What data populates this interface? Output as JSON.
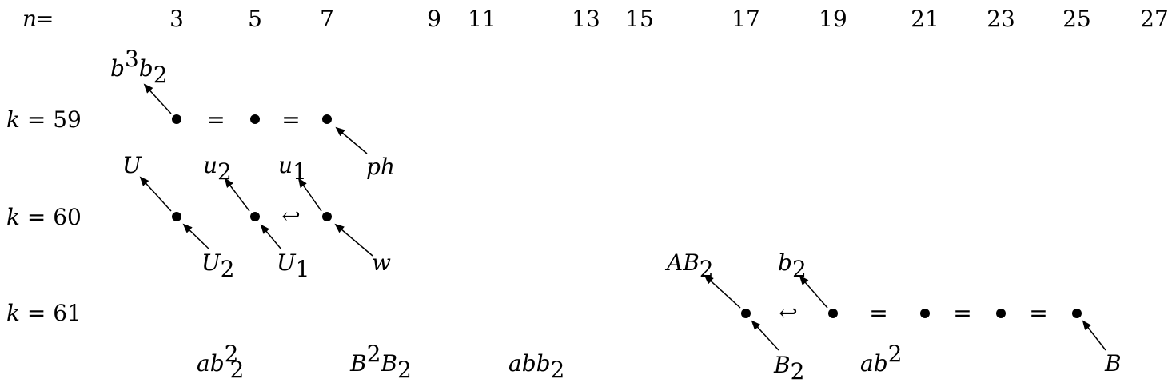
{
  "header": {
    "n_label_var": "n",
    "n_label_eq": " =",
    "columns": [
      "3",
      "5",
      "7",
      "9",
      "11",
      "13",
      "15",
      "17",
      "19",
      "21",
      "23",
      "25",
      "27"
    ]
  },
  "rows": [
    {
      "var": "k",
      "eq": " = ",
      "value": "59"
    },
    {
      "var": "k",
      "eq": " = ",
      "value": "60"
    },
    {
      "var": "k",
      "eq": " = ",
      "value": "61"
    }
  ],
  "labels": {
    "b3b2": {
      "b": "b",
      "sup": "3",
      "b2": "b",
      "sub": "2"
    },
    "ph": {
      "text": "ph"
    },
    "U": {
      "text": "U"
    },
    "u2": {
      "u": "u",
      "sub": "2"
    },
    "u1": {
      "u": "u",
      "sub": "1"
    },
    "U2": {
      "U": "U",
      "sub": "2"
    },
    "U1": {
      "U": "U",
      "sub": "1"
    },
    "w": {
      "text": "w"
    },
    "AB2": {
      "AB": "AB",
      "sub": "2"
    },
    "b2": {
      "b": "b",
      "sub": "2"
    },
    "B2": {
      "B": "B",
      "sub": "2"
    },
    "B": {
      "text": "B"
    },
    "ab2_2": {
      "ab": "ab",
      "sup": "2",
      "sub": "2"
    },
    "B2B2": {
      "B": "B",
      "sup": "2",
      "B2": "B",
      "sub": "2"
    },
    "abb2": {
      "abb": "abb",
      "sub": "2"
    },
    "ab2": {
      "ab": "ab",
      "sup": "2"
    }
  },
  "symbols": {
    "equals": "=",
    "hook_arrow": "↩"
  }
}
